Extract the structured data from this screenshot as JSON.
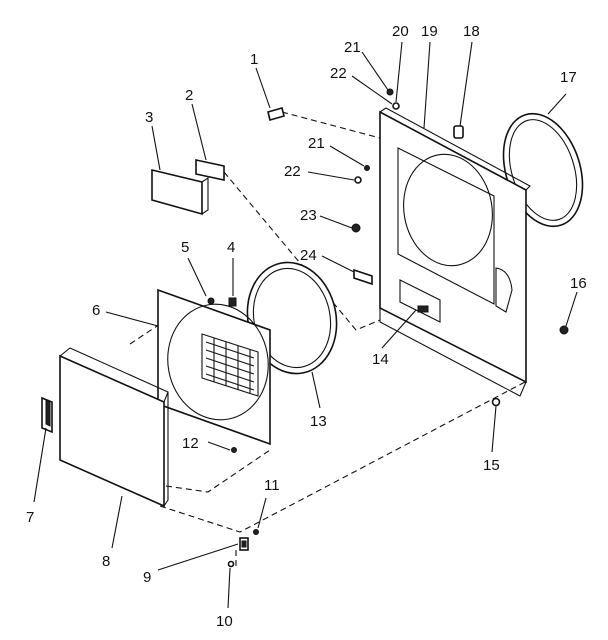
{
  "callouts": [
    {
      "id": "1",
      "text": "1"
    },
    {
      "id": "2",
      "text": "2"
    },
    {
      "id": "3",
      "text": "3"
    },
    {
      "id": "4",
      "text": "4"
    },
    {
      "id": "5",
      "text": "5"
    },
    {
      "id": "6",
      "text": "6"
    },
    {
      "id": "7",
      "text": "7"
    },
    {
      "id": "8",
      "text": "8"
    },
    {
      "id": "9",
      "text": "9"
    },
    {
      "id": "10",
      "text": "10"
    },
    {
      "id": "11",
      "text": "11"
    },
    {
      "id": "12",
      "text": "12"
    },
    {
      "id": "13",
      "text": "13"
    },
    {
      "id": "14",
      "text": "14"
    },
    {
      "id": "15",
      "text": "15"
    },
    {
      "id": "16",
      "text": "16"
    },
    {
      "id": "17",
      "text": "17"
    },
    {
      "id": "18",
      "text": "18"
    },
    {
      "id": "19",
      "text": "19"
    },
    {
      "id": "20",
      "text": "20"
    },
    {
      "id": "21a",
      "text": "21"
    },
    {
      "id": "22a",
      "text": "22"
    },
    {
      "id": "21b",
      "text": "21"
    },
    {
      "id": "22b",
      "text": "22"
    },
    {
      "id": "23",
      "text": "23"
    },
    {
      "id": "24",
      "text": "24"
    }
  ]
}
